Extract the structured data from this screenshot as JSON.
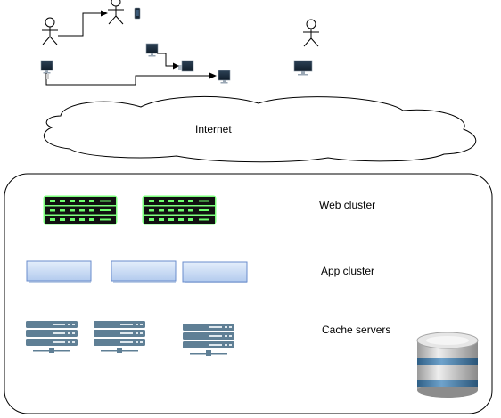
{
  "diagram": {
    "internet_label": "Internet",
    "web_cluster_label": "Web cluster",
    "app_cluster_label": "App cluster",
    "cache_servers_label": "Cache servers"
  },
  "colors": {
    "web_server_glow": "#66ff66",
    "web_server_body": "#111111",
    "app_server_fill": "#c9dcf5",
    "app_server_stroke": "#6a8ccc",
    "cache_server": "#5f7f95",
    "database_silver": "#c8c8c8",
    "database_band": "#4a7fa8"
  }
}
